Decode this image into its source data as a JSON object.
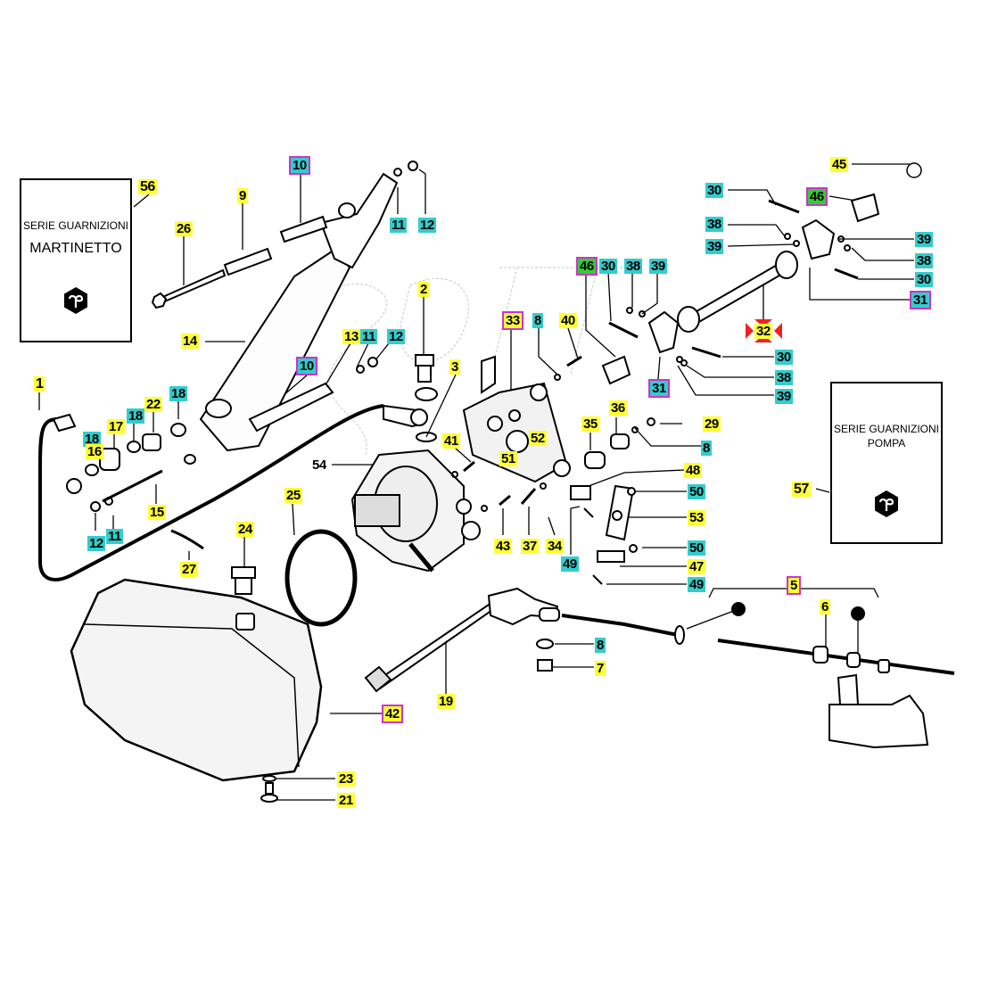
{
  "diagram": {
    "title": "Exploded parts diagram - hydraulic jack and pump assembly",
    "watermark": "SOFT",
    "kits": [
      {
        "id": "56",
        "line1": "SERIE GUARNIZIONI",
        "line2": "MARTINETTO",
        "icon": "piaggio-logo-icon"
      },
      {
        "id": "57",
        "line1": "SERIE GUARNIZIONI",
        "line2": "POMPA",
        "icon": "piaggio-logo-icon"
      }
    ],
    "label_colors": {
      "yellow": "#ffff33",
      "cyan": "#33cccc",
      "magenta_border": "#cc33cc",
      "green": "#33cc33",
      "red_marker": "#ee2222"
    },
    "labels": [
      {
        "n": "56",
        "style": "yellow"
      },
      {
        "n": "10",
        "style": "magenta-cyan"
      },
      {
        "n": "9",
        "style": "yellow"
      },
      {
        "n": "26",
        "style": "yellow"
      },
      {
        "n": "11",
        "style": "cyan"
      },
      {
        "n": "12",
        "style": "cyan"
      },
      {
        "n": "14",
        "style": "yellow"
      },
      {
        "n": "2",
        "style": "yellow"
      },
      {
        "n": "13",
        "style": "yellow"
      },
      {
        "n": "11",
        "style": "cyan"
      },
      {
        "n": "12",
        "style": "cyan"
      },
      {
        "n": "10",
        "style": "magenta-cyan"
      },
      {
        "n": "3",
        "style": "yellow"
      },
      {
        "n": "1",
        "style": "yellow"
      },
      {
        "n": "18",
        "style": "cyan"
      },
      {
        "n": "22",
        "style": "yellow"
      },
      {
        "n": "18",
        "style": "cyan"
      },
      {
        "n": "17",
        "style": "yellow"
      },
      {
        "n": "18",
        "style": "cyan"
      },
      {
        "n": "16",
        "style": "yellow"
      },
      {
        "n": "15",
        "style": "yellow"
      },
      {
        "n": "12",
        "style": "cyan"
      },
      {
        "n": "11",
        "style": "cyan"
      },
      {
        "n": "27",
        "style": "yellow"
      },
      {
        "n": "24",
        "style": "yellow"
      },
      {
        "n": "25",
        "style": "yellow"
      },
      {
        "n": "54",
        "style": "plain"
      },
      {
        "n": "41",
        "style": "yellow"
      },
      {
        "n": "33",
        "style": "magenta-yellow"
      },
      {
        "n": "8",
        "style": "cyan"
      },
      {
        "n": "40",
        "style": "yellow"
      },
      {
        "n": "46",
        "style": "magenta-green"
      },
      {
        "n": "30",
        "style": "cyan"
      },
      {
        "n": "38",
        "style": "cyan"
      },
      {
        "n": "39",
        "style": "cyan"
      },
      {
        "n": "31",
        "style": "magenta-cyan"
      },
      {
        "n": "52",
        "style": "yellow"
      },
      {
        "n": "51",
        "style": "yellow"
      },
      {
        "n": "35",
        "style": "yellow"
      },
      {
        "n": "36",
        "style": "yellow"
      },
      {
        "n": "29",
        "style": "yellow"
      },
      {
        "n": "8",
        "style": "cyan"
      },
      {
        "n": "48",
        "style": "yellow"
      },
      {
        "n": "50",
        "style": "cyan"
      },
      {
        "n": "53",
        "style": "yellow"
      },
      {
        "n": "50",
        "style": "cyan"
      },
      {
        "n": "47",
        "style": "yellow"
      },
      {
        "n": "49",
        "style": "cyan"
      },
      {
        "n": "49",
        "style": "cyan"
      },
      {
        "n": "43",
        "style": "yellow"
      },
      {
        "n": "37",
        "style": "yellow"
      },
      {
        "n": "34",
        "style": "yellow"
      },
      {
        "n": "45",
        "style": "yellow"
      },
      {
        "n": "30",
        "style": "cyan"
      },
      {
        "n": "46",
        "style": "magenta-green"
      },
      {
        "n": "38",
        "style": "cyan"
      },
      {
        "n": "39",
        "style": "cyan"
      },
      {
        "n": "39",
        "style": "cyan"
      },
      {
        "n": "38",
        "style": "cyan"
      },
      {
        "n": "30",
        "style": "cyan"
      },
      {
        "n": "31",
        "style": "magenta-cyan"
      },
      {
        "n": "32",
        "style": "yellow-red-marker"
      },
      {
        "n": "30",
        "style": "cyan"
      },
      {
        "n": "38",
        "style": "cyan"
      },
      {
        "n": "39",
        "style": "cyan"
      },
      {
        "n": "57",
        "style": "yellow"
      },
      {
        "n": "5",
        "style": "magenta-yellow"
      },
      {
        "n": "6",
        "style": "yellow"
      },
      {
        "n": "8",
        "style": "cyan"
      },
      {
        "n": "7",
        "style": "yellow"
      },
      {
        "n": "19",
        "style": "yellow"
      },
      {
        "n": "42",
        "style": "magenta-yellow"
      },
      {
        "n": "23",
        "style": "yellow"
      },
      {
        "n": "21",
        "style": "yellow"
      }
    ]
  }
}
